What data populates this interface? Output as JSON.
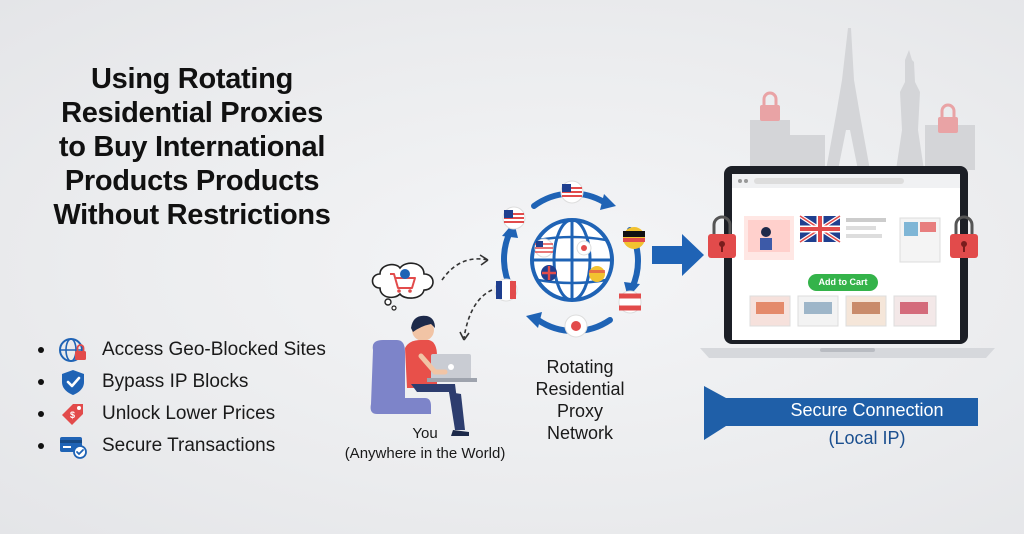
{
  "title_lines": [
    "Using Rotating",
    "Residential Proxies",
    "to Buy International",
    "Products Products",
    "Without Restrictions"
  ],
  "features": [
    {
      "label": "Access Geo-Blocked Sites",
      "icon": "globe-lock-icon"
    },
    {
      "label": "Bypass IP Blocks",
      "icon": "shield-check-icon"
    },
    {
      "label": "Unlock Lower Prices",
      "icon": "price-tag-icon"
    },
    {
      "label": "Secure Transactions",
      "icon": "credit-card-check-icon"
    }
  ],
  "user": {
    "line1": "You",
    "line2": "(Anywhere in the World)"
  },
  "network": {
    "line1": "Rotating",
    "line2": "Residential",
    "line3": "Proxy",
    "line4": "Network"
  },
  "laptop": {
    "add_to_cart": "Add to Cart"
  },
  "secure": {
    "line1": "Secure Connection",
    "line2": "(Local IP)"
  },
  "colors": {
    "blue": "#1f63b5",
    "dark_blue": "#1b4f8f",
    "red": "#e24b4b",
    "green": "#34b34a",
    "banner": "#1f5fa8"
  }
}
